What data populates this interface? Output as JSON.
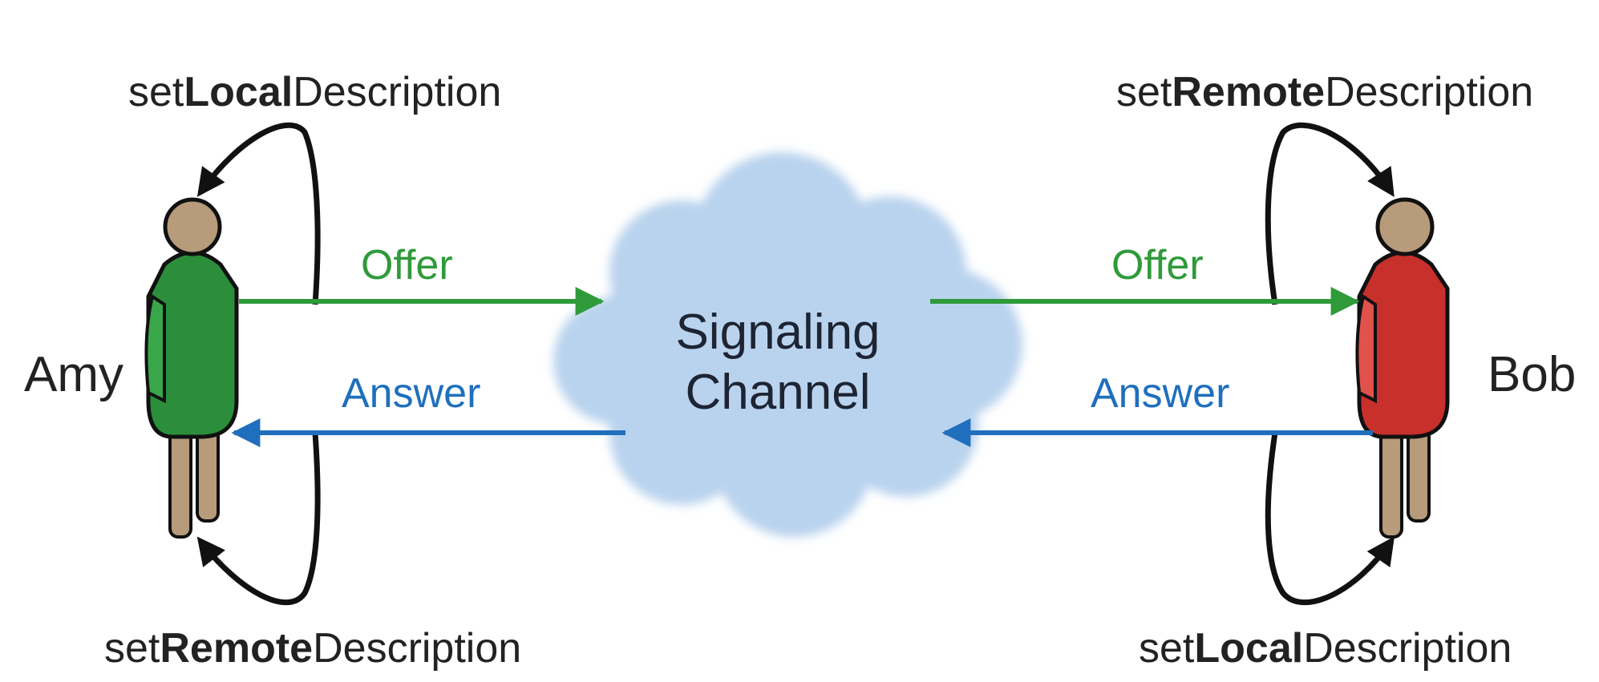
{
  "colors": {
    "offer": "#2f9a3a",
    "answer": "#1f6fbd",
    "amy_body": "#2b8e3b",
    "bob_body": "#c8302c",
    "skin": "#b79b7a",
    "cloud": "#b9d3ee",
    "loop": "#111111"
  },
  "amy": {
    "name": "Amy",
    "top_label": {
      "pre": "set",
      "bold": "Local",
      "post": "Description"
    },
    "bottom_label": {
      "pre": "set",
      "bold": "Remote",
      "post": "Description"
    }
  },
  "bob": {
    "name": "Bob",
    "top_label": {
      "pre": "set",
      "bold": "Remote",
      "post": "Description"
    },
    "bottom_label": {
      "pre": "set",
      "bold": "Local",
      "post": "Description"
    }
  },
  "channel": {
    "line1": "Signaling",
    "line2": "Channel"
  },
  "messages": {
    "left_offer": "Offer",
    "left_answer": "Answer",
    "right_offer": "Offer",
    "right_answer": "Answer"
  }
}
